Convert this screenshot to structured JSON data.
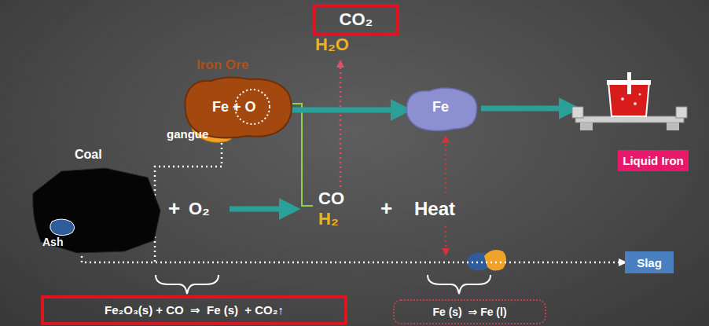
{
  "diagram": {
    "nodes": [
      {
        "text": [
          "CO₂"
        ]
      },
      {
        "text": [
          "Iron Ore",
          "Fe + O"
        ]
      },
      {
        "text": [
          "Fe"
        ]
      },
      {
        "text": [
          "Liquid Iron"
        ]
      },
      {
        "text": [
          "Coal"
        ]
      },
      {
        "text": [
          "Ash"
        ],
        "in": 4
      },
      {
        "text": [
          "Slag"
        ]
      },
      {
        "text": [
          "Fe₂O₃(s) + CO  ⇒  Fe (s)  + CO₂↑"
        ]
      },
      {
        "text": [
          "Fe (s)  ⇒ Fe (l)"
        ]
      }
    ],
    "edges": [
      {
        "from": 1,
        "to": 2,
        "arrow": "to"
      },
      {
        "from": 2,
        "to": 3,
        "arrow": "to"
      },
      {
        "from": 5,
        "to": 6,
        "arrow": "to"
      }
    ],
    "labels": [
      "H₂O",
      "gangue",
      "+",
      "O₂",
      "CO",
      "H₂",
      "+",
      "Heat"
    ]
  }
}
